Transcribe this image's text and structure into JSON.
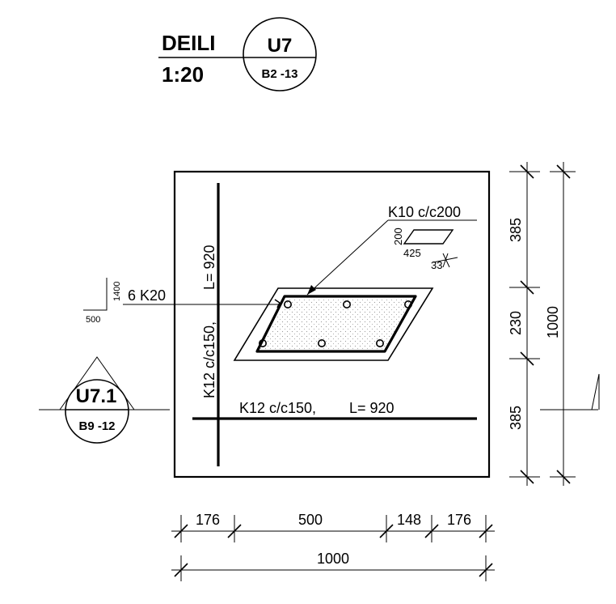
{
  "title_block": {
    "detail_label": "DEILI",
    "scale": "1:20",
    "detail_id": "U7",
    "sheet_ref": "B2 -13"
  },
  "section_marker": {
    "id": "U7.1",
    "sheet_ref": "B9 -12"
  },
  "rebar_labels": {
    "stirrup": "K10 c/c200",
    "main_bars": "6 K20",
    "vertical_bars": "K12 c/c150,",
    "vertical_length": "L= 920",
    "horizontal_bars": "K12 c/c150,",
    "horizontal_length": "L= 920"
  },
  "stirrup_shape": {
    "height": "200",
    "width": "425",
    "hook": "33"
  },
  "bar_bend": {
    "vertical": "1400",
    "horizontal": "500"
  },
  "dimensions": {
    "vertical": [
      "385",
      "230",
      "385"
    ],
    "vertical_total": "1000",
    "horizontal": [
      "176",
      "500",
      "148",
      "176"
    ],
    "horizontal_total": "1000"
  }
}
